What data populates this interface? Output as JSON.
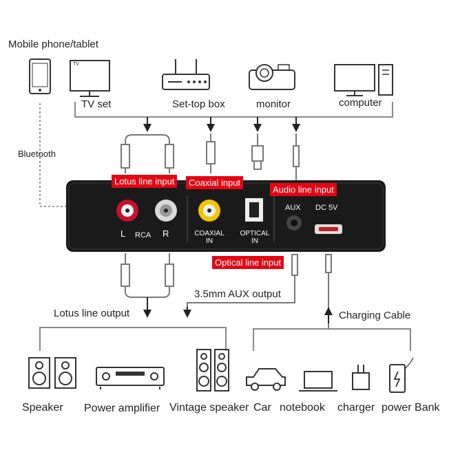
{
  "sources": {
    "mobile": "Mobile phone/tablet",
    "tv": "TV set",
    "tv_screen_text": "TV",
    "settop": "Set-top box",
    "monitor": "monitor",
    "computer": "computer"
  },
  "bluetooth": "Bluetooth",
  "input_tags": {
    "lotus": "Lotus line input",
    "coaxial": "Coaxial input",
    "audio": "Audio line input",
    "optical": "Optical line input"
  },
  "device_ports": {
    "rca_L": "L",
    "rca_mid": "RCA",
    "rca_R": "R",
    "coaxial_1": "COAXIAL",
    "coaxial_2": "IN",
    "optical_1": "OPTICAL",
    "optical_2": "IN",
    "aux": "AUX",
    "dc": "DC 5V"
  },
  "outputs": {
    "lotus_out": "Lotus line output",
    "aux_out": "3.5mm AUX output",
    "charging": "Charging Cable"
  },
  "bottom_devices": {
    "speaker": "Speaker",
    "amplifier": "Power amplifier",
    "vintage": "Vintage speaker",
    "car": "Car",
    "notebook": "notebook",
    "charger": "charger",
    "powerbank": "power Bank"
  },
  "colors": {
    "accent": "#e30613",
    "device": "#1a1a1a",
    "line": "#888888"
  }
}
